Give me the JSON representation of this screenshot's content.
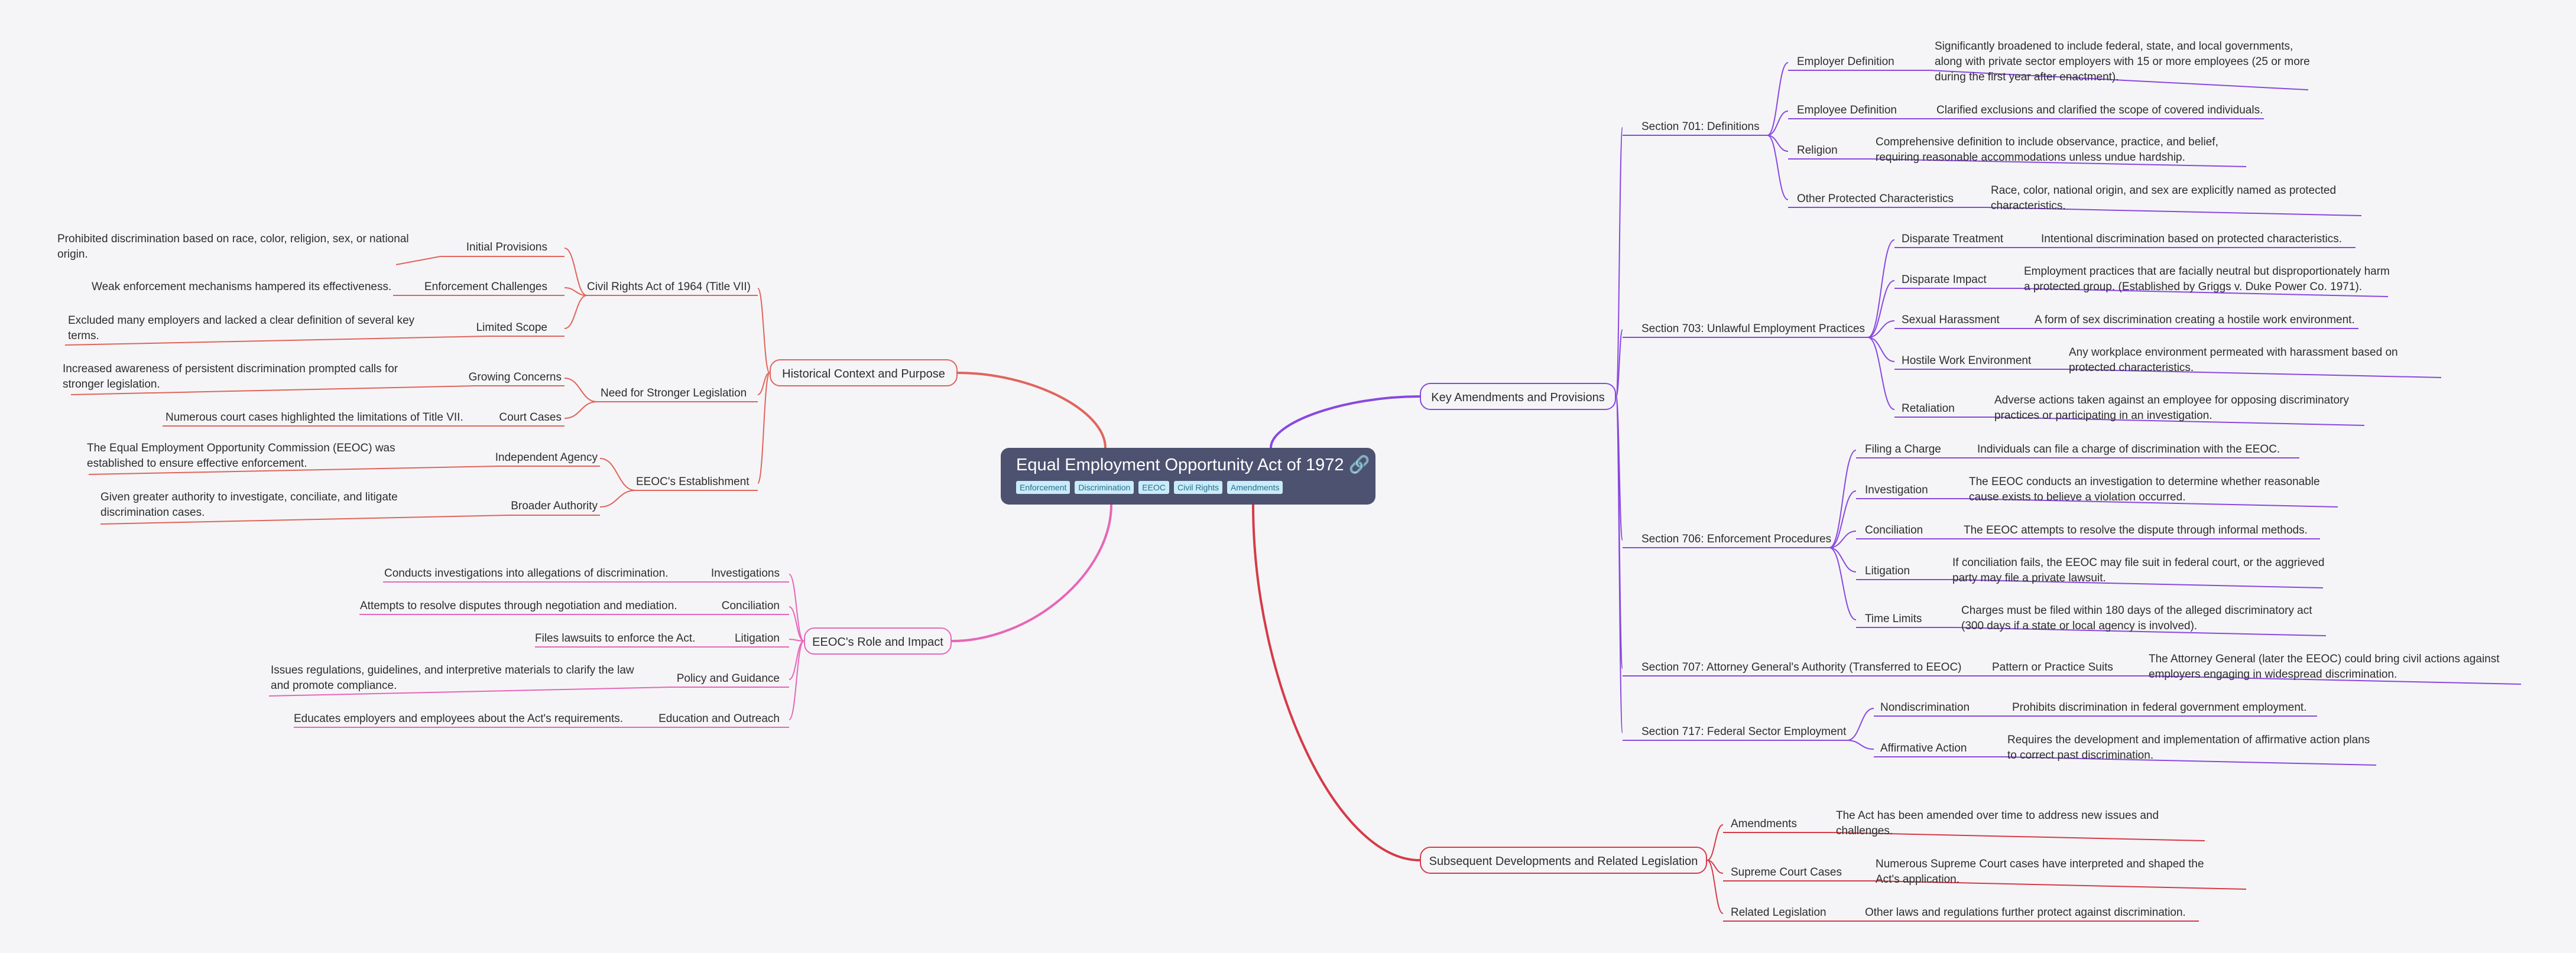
{
  "root": {
    "title": "Equal Employment Opportunity Act of 1972 🔗",
    "tags": [
      "Enforcement",
      "Discrimination",
      "EEOC",
      "Civil Rights",
      "Amendments"
    ]
  },
  "branches": {
    "historical": {
      "label": "Historical Context and Purpose",
      "civil_rights": {
        "label": "Civil Rights Act of 1964 (Title VII)",
        "initial": {
          "label": "Initial Provisions",
          "text": "Prohibited discrimination based on race, color, religion, sex, or national origin."
        },
        "enforcement": {
          "label": "Enforcement Challenges",
          "text": "Weak enforcement mechanisms hampered its effectiveness."
        },
        "scope": {
          "label": "Limited Scope",
          "text": "Excluded many employers and lacked a clear definition of several key terms."
        }
      },
      "need": {
        "label": "Need for Stronger Legislation",
        "concerns": {
          "label": "Growing Concerns",
          "text": "Increased awareness of persistent discrimination prompted calls for stronger legislation."
        },
        "court": {
          "label": "Court Cases",
          "text": "Numerous court cases highlighted the limitations of Title VII."
        }
      },
      "establishment": {
        "label": "EEOC's Establishment",
        "agency": {
          "label": "Independent Agency",
          "text": "The Equal Employment Opportunity Commission (EEOC) was established to ensure effective enforcement."
        },
        "authority": {
          "label": "Broader Authority",
          "text": "Given greater authority to investigate, conciliate, and litigate discrimination cases."
        }
      }
    },
    "role": {
      "label": "EEOC's Role and Impact",
      "investigations": {
        "label": "Investigations",
        "text": "Conducts investigations into allegations of discrimination."
      },
      "conciliation": {
        "label": "Conciliation",
        "text": "Attempts to resolve disputes through negotiation and mediation."
      },
      "litigation": {
        "label": "Litigation",
        "text": "Files lawsuits to enforce the Act."
      },
      "policy": {
        "label": "Policy and Guidance",
        "text": "Issues regulations, guidelines, and interpretive materials to clarify the law and promote compliance."
      },
      "education": {
        "label": "Education and Outreach",
        "text": "Educates employers and employees about the Act's requirements."
      }
    },
    "amendments": {
      "label": "Key Amendments and Provisions",
      "s701": {
        "label": "Section 701: Definitions",
        "employer": {
          "label": "Employer Definition",
          "text": "Significantly broadened to include federal, state, and local governments, along with private sector employers with 15 or more employees (25 or more during the first year after enactment)."
        },
        "employee": {
          "label": "Employee Definition",
          "text": "Clarified exclusions and clarified the scope of covered individuals."
        },
        "religion": {
          "label": "Religion",
          "text": "Comprehensive definition to include observance, practice, and belief, requiring reasonable accommodations unless undue hardship."
        },
        "other": {
          "label": "Other Protected Characteristics",
          "text": "Race, color, national origin, and sex are explicitly named as protected characteristics."
        }
      },
      "s703": {
        "label": "Section 703: Unlawful Employment Practices",
        "treatment": {
          "label": "Disparate Treatment",
          "text": "Intentional discrimination based on protected characteristics."
        },
        "impact": {
          "label": "Disparate Impact",
          "text": "Employment practices that are facially neutral but disproportionately harm a protected group. (Established by Griggs v. Duke Power Co. 1971)."
        },
        "harassment": {
          "label": "Sexual Harassment",
          "text": "A form of sex discrimination creating a hostile work environment."
        },
        "hostile": {
          "label": "Hostile Work Environment",
          "text": "Any workplace environment permeated with harassment based on protected characteristics."
        },
        "retaliation": {
          "label": "Retaliation",
          "text": "Adverse actions taken against an employee for opposing discriminatory practices or participating in an investigation."
        }
      },
      "s706": {
        "label": "Section 706: Enforcement Procedures",
        "filing": {
          "label": "Filing a Charge",
          "text": "Individuals can file a charge of discrimination with the EEOC."
        },
        "investigation": {
          "label": "Investigation",
          "text": "The EEOC conducts an investigation to determine whether reasonable cause exists to believe a violation occurred."
        },
        "conciliation": {
          "label": "Conciliation",
          "text": "The EEOC attempts to resolve the dispute through informal methods."
        },
        "litigation": {
          "label": "Litigation",
          "text": "If conciliation fails, the EEOC may file suit in federal court, or the aggrieved party may file a private lawsuit."
        },
        "time": {
          "label": "Time Limits",
          "text": "Charges must be filed within 180 days of the alleged discriminatory act (300 days if a state or local agency is involved)."
        }
      },
      "s707": {
        "label": "Section 707: Attorney General's Authority (Transferred to EEOC)",
        "pattern": {
          "label": "Pattern or Practice Suits",
          "text": "The Attorney General (later the EEOC) could bring civil actions against employers engaging in widespread discrimination."
        }
      },
      "s717": {
        "label": "Section 717: Federal Sector Employment",
        "nondiscrimination": {
          "label": "Nondiscrimination",
          "text": "Prohibits discrimination in federal government employment."
        },
        "affirmative": {
          "label": "Affirmative Action",
          "text": "Requires the development and implementation of affirmative action plans to correct past discrimination."
        }
      }
    },
    "subsequent": {
      "label": "Subsequent Developments and Related Legislation",
      "amendments": {
        "label": "Amendments",
        "text": "The Act has been amended over time to address new issues and challenges."
      },
      "supreme": {
        "label": "Supreme Court Cases",
        "text": "Numerous Supreme Court cases have interpreted and shaped the Act's application."
      },
      "related": {
        "label": "Related Legislation",
        "text": "Other laws and regulations further protect against discrimination."
      }
    }
  },
  "colors": {
    "historical": "#e0645c",
    "role": "#e766b8",
    "amendments": "#8a48e0",
    "subsequent": "#d63a48",
    "root_bg": "#4d5270"
  }
}
